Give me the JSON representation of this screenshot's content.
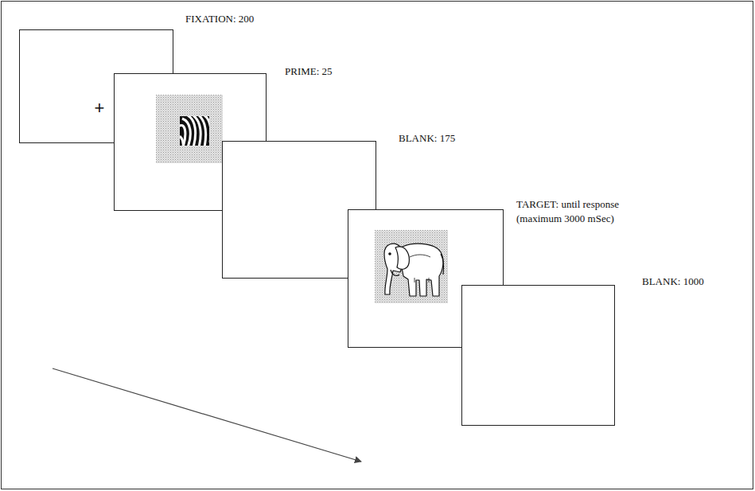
{
  "diagram": {
    "nodes": [
      {
        "text": [
          "FIXATION: 200",
          "+"
        ]
      },
      {
        "text": [
          "PRIME: 25"
        ]
      },
      {
        "text": [
          "BLANK: 175"
        ]
      },
      {
        "text": [
          "TARGET: until response (maximum 3000 mSec)"
        ]
      },
      {
        "text": [
          "BLANK: 1000"
        ]
      }
    ]
  }
}
